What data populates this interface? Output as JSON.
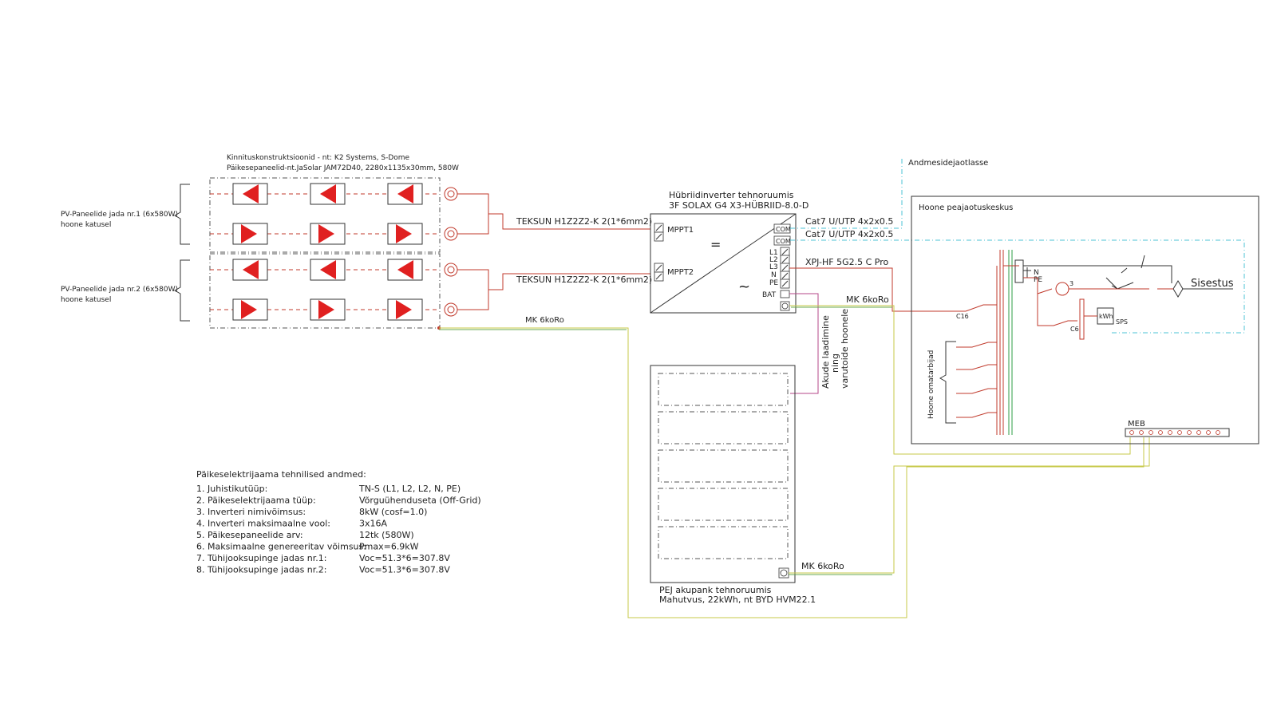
{
  "labels": {
    "mounting_line1": "Kinnituskonstruktsioonid - nt: K2 Systems, S-Dome",
    "mounting_line2": "Päikesepaneelid-nt.JaSolar JAM72D40, 2280x1135x30mm, 580W",
    "string1_line1": "PV-Paneelide jada nr.1 (6x580W)",
    "string1_line2": "hoone katusel",
    "string2_line1": "PV-Paneelide jada nr.2 (6x580W)",
    "string2_line2": "hoone katusel",
    "cable_string1": "TEKSUN H1Z2Z2-K 2(1*6mm2)",
    "cable_string2": "TEKSUN H1Z2Z2-K 2(1*6mm2)",
    "earth_pv": "MK 6koRo",
    "inverter_line1": "Hübriidinverter tehnoruumis",
    "inverter_line2": "3F SOLAX G4 X3-HÜBRIID-8.0-D",
    "mppt1": "MPPT1",
    "mppt2": "MPPT2",
    "com1": "COM",
    "com2": "COM",
    "term_l1": "L1",
    "term_l2": "L2",
    "term_l3": "L3",
    "term_n": "N",
    "term_pe": "PE",
    "term_bat": "BAT",
    "data_link": "Andmesidejaotlasse",
    "cat7_1": "Cat7 U/UTP 4x2x0.5",
    "cat7_2": "Cat7 U/UTP 4x2x0.5",
    "ac_cable": "XPJ-HF 5G2.5 C Pro",
    "earth_inverter": "MK 6koRo",
    "battery_cable_line1": "Akude laadimine",
    "battery_cable_line2": "ning",
    "battery_cable_line3": "varutoide hoonele",
    "battery_line1": "PEJ akupank tehnoruumis",
    "battery_line2": "Mahutvus, 22kWh, nt BYD HVM22.1",
    "earth_battery": "MK 6koRo",
    "main_board": "Hoone peajaotuskeskus",
    "incoming": "Sisestus",
    "consumers": "Hoone omatarbijad",
    "breaker_c16": "C16",
    "breaker_c6": "C6",
    "kwh": "kWh",
    "sps": "SPS",
    "bus_n": "N",
    "bus_pe": "PE",
    "phase_count": "3",
    "meb": "MEB"
  },
  "tech": {
    "title": "Päikeselektrijaama tehnilised andmed:",
    "rows": [
      {
        "label": "1. Juhistikutüüp:",
        "value": "TN-S (L1, L2, L2, N, PE)"
      },
      {
        "label": "2. Päikeselektrijaama tüüp:",
        "value": "Võrguühenduseta (Off-Grid)"
      },
      {
        "label": "3. Inverteri nimivõimsus:",
        "value": "8kW (cosf=1.0)"
      },
      {
        "label": "4. Inverteri maksimaalne vool:",
        "value": "3x16A"
      },
      {
        "label": "5. Päikesepaneelide arv:",
        "value": "12tk (580W)"
      },
      {
        "label": "6. Maksimaalne genereeritav võimsus:",
        "value": "Pmax=6.9kW"
      },
      {
        "label": "7. Tühijooksupinge jadas nr.1:",
        "value": "Voc=51.3*6=307.8V"
      },
      {
        "label": "8. Tühijooksupinge jadas nr.2:",
        "value": "Voc=51.3*6=307.8V"
      }
    ]
  },
  "colors": {
    "pv_panel": "#e02020",
    "dc_cable": "#c0392b",
    "battery_cable": "#b5478a",
    "data_cable": "#4cc3d6",
    "earthing": "#c7c94a"
  }
}
